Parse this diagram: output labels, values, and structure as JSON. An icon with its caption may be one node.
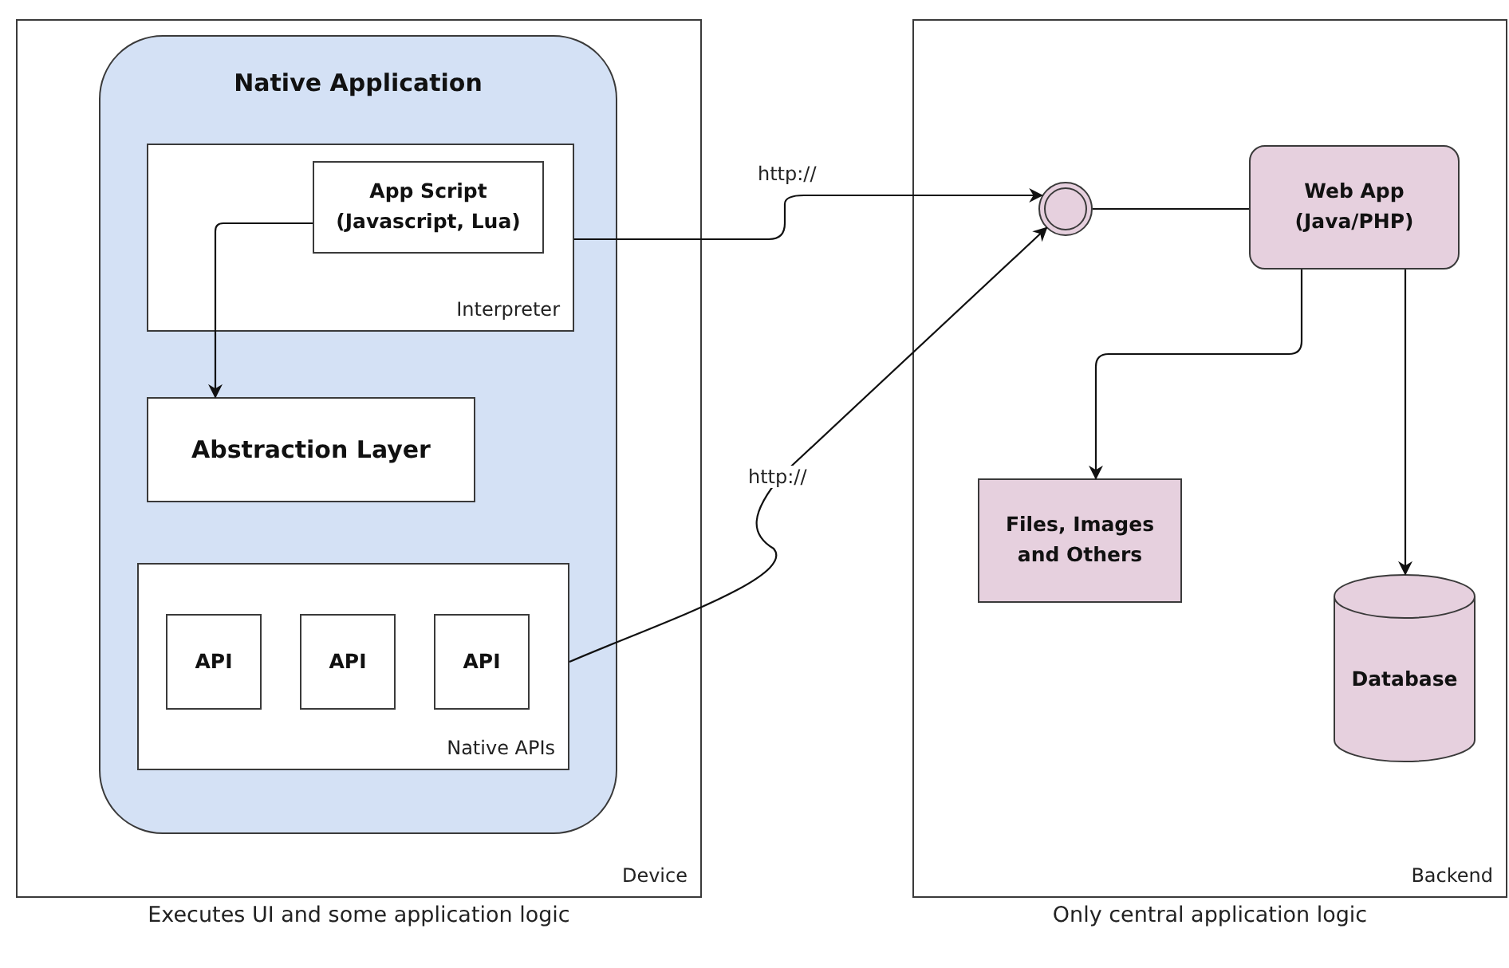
{
  "diagram": {
    "nodes": [
      {
        "text": [
          "Device"
        ],
        "beside": [
          "Executes UI and some application logic"
        ]
      },
      {
        "text": [
          "Native Application"
        ],
        "in": 0
      },
      {
        "text": [
          "Interpreter"
        ],
        "in": 1
      },
      {
        "text": [
          "App Script (Javascript, Lua)"
        ],
        "in": 2
      },
      {
        "text": [
          "Abstraction Layer"
        ],
        "in": 1
      },
      {
        "text": [
          "Native APIs"
        ],
        "in": 1
      },
      {
        "text": [
          "API"
        ],
        "in": 5
      },
      {
        "text": [
          "API"
        ],
        "in": 5
      },
      {
        "text": [
          "API"
        ],
        "in": 5
      },
      {
        "text": [
          "Backend"
        ],
        "beside": [
          "Only central application logic"
        ]
      },
      {
        "text": [],
        "shape": "circle",
        "in": 9
      },
      {
        "text": [
          "Web App (Java/PHP)"
        ],
        "in": 9
      },
      {
        "text": [
          "Files, Images and Others"
        ],
        "in": 9
      },
      {
        "text": [
          "Database"
        ],
        "in": 9
      }
    ],
    "edges": [
      {
        "from": 3,
        "to": 4,
        "arrow": "to"
      },
      {
        "from": 2,
        "to": 10,
        "arrow": "to",
        "label": "http://"
      },
      {
        "from": 5,
        "to": 10,
        "arrow": "to",
        "label": "http://"
      },
      {
        "from": 10,
        "to": 11,
        "arrow": "none"
      },
      {
        "from": 11,
        "to": 12,
        "arrow": "to"
      },
      {
        "from": 11,
        "to": 13,
        "arrow": "to"
      }
    ]
  }
}
